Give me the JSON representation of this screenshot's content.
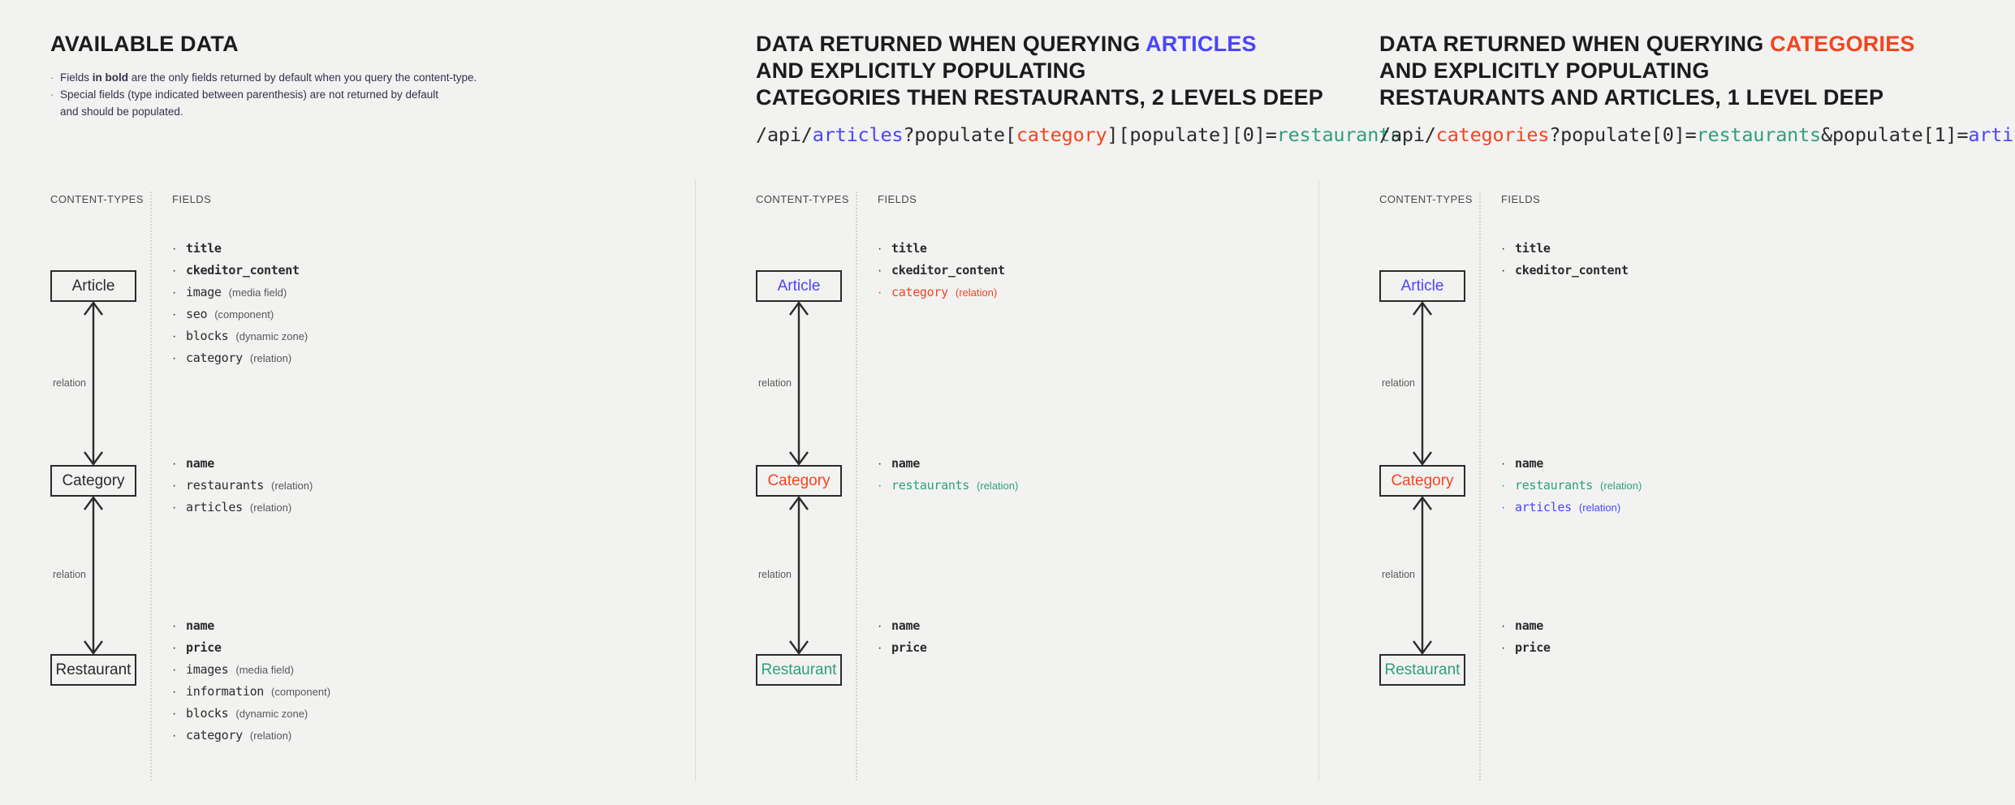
{
  "columns": [
    {
      "id": "available-data",
      "heading_lines": [
        [
          {
            "text": "AVAILABLE DATA",
            "color": "default"
          }
        ]
      ],
      "legend": [
        {
          "prefix": "Fields ",
          "bold": "in bold",
          "suffix": " are the only fields returned by default when you query the content-type."
        },
        {
          "prefix": "Special fields (type indicated between parenthesis) are not returned by default",
          "bold": "",
          "suffix": ""
        },
        {
          "prefix": "and should be populated.",
          "bold": "",
          "suffix": "",
          "indent": true
        }
      ],
      "api_path": null,
      "section_labels": {
        "content_types": "CONTENT-TYPES",
        "fields": "FIELDS"
      },
      "nodes": [
        {
          "label": "Article",
          "color": "default"
        },
        {
          "label": "Category",
          "color": "default"
        },
        {
          "label": "Restaurant",
          "color": "default"
        }
      ],
      "relations": [
        {
          "label": "relation",
          "arrows": "both"
        },
        {
          "label": "relation",
          "arrows": "both"
        }
      ],
      "field_groups": [
        [
          {
            "name": "title",
            "type": "",
            "bold": true,
            "color": "default"
          },
          {
            "name": "ckeditor_content",
            "type": "",
            "bold": true,
            "color": "default"
          },
          {
            "name": "image",
            "type": "(media field)",
            "bold": false,
            "color": "default"
          },
          {
            "name": "seo",
            "type": "(component)",
            "bold": false,
            "color": "default"
          },
          {
            "name": "blocks",
            "type": "(dynamic zone)",
            "bold": false,
            "color": "default"
          },
          {
            "name": "category",
            "type": "(relation)",
            "bold": false,
            "color": "default"
          }
        ],
        [
          {
            "name": "name",
            "type": "",
            "bold": true,
            "color": "default"
          },
          {
            "name": "restaurants",
            "type": "(relation)",
            "bold": false,
            "color": "default"
          },
          {
            "name": "articles",
            "type": "(relation)",
            "bold": false,
            "color": "default"
          }
        ],
        [
          {
            "name": "name",
            "type": "",
            "bold": true,
            "color": "default"
          },
          {
            "name": "price",
            "type": "",
            "bold": true,
            "color": "default"
          },
          {
            "name": "images",
            "type": "(media field)",
            "bold": false,
            "color": "default"
          },
          {
            "name": "information",
            "type": "(component)",
            "bold": false,
            "color": "default"
          },
          {
            "name": "blocks",
            "type": "(dynamic zone)",
            "bold": false,
            "color": "default"
          },
          {
            "name": "category",
            "type": "(relation)",
            "bold": false,
            "color": "default"
          }
        ]
      ]
    },
    {
      "id": "query-articles",
      "heading_lines": [
        [
          {
            "text": "DATA RETURNED WHEN QUERYING ",
            "color": "default"
          },
          {
            "text": "ARTICLES",
            "color": "blue"
          }
        ],
        [
          {
            "text": "AND EXPLICITLY POPULATING",
            "color": "default"
          }
        ],
        [
          {
            "text": "CATEGORIES THEN RESTAURANTS, 2 LEVELS DEEP",
            "color": "default"
          }
        ]
      ],
      "legend": [],
      "api_path": [
        {
          "text": "/api/",
          "color": "default"
        },
        {
          "text": "articles",
          "color": "blue"
        },
        {
          "text": "?populate[",
          "color": "default"
        },
        {
          "text": "category",
          "color": "red"
        },
        {
          "text": "][populate][0]=",
          "color": "default"
        },
        {
          "text": "restaurants",
          "color": "green"
        }
      ],
      "section_labels": {
        "content_types": "CONTENT-TYPES",
        "fields": "FIELDS"
      },
      "nodes": [
        {
          "label": "Article",
          "color": "blue"
        },
        {
          "label": "Category",
          "color": "red"
        },
        {
          "label": "Restaurant",
          "color": "green"
        }
      ],
      "relations": [
        {
          "label": "relation",
          "arrows": "both"
        },
        {
          "label": "relation",
          "arrows": "both"
        }
      ],
      "field_groups": [
        [
          {
            "name": "title",
            "type": "",
            "bold": true,
            "color": "default"
          },
          {
            "name": "ckeditor_content",
            "type": "",
            "bold": true,
            "color": "default"
          },
          {
            "name": "category",
            "type": "(relation)",
            "bold": false,
            "color": "red"
          }
        ],
        [
          {
            "name": "name",
            "type": "",
            "bold": true,
            "color": "default"
          },
          {
            "name": "restaurants",
            "type": "(relation)",
            "bold": false,
            "color": "green"
          }
        ],
        [
          {
            "name": "name",
            "type": "",
            "bold": true,
            "color": "default"
          },
          {
            "name": "price",
            "type": "",
            "bold": true,
            "color": "default"
          }
        ]
      ]
    },
    {
      "id": "query-categories",
      "heading_lines": [
        [
          {
            "text": "DATA RETURNED WHEN QUERYING ",
            "color": "default"
          },
          {
            "text": "CATEGORIES",
            "color": "red"
          }
        ],
        [
          {
            "text": "AND EXPLICITLY POPULATING",
            "color": "default"
          }
        ],
        [
          {
            "text": "RESTAURANTS AND ARTICLES, 1 LEVEL DEEP",
            "color": "default"
          }
        ]
      ],
      "legend": [],
      "api_path": [
        {
          "text": "/api/",
          "color": "default"
        },
        {
          "text": "categories",
          "color": "red"
        },
        {
          "text": "?populate[0]=",
          "color": "default"
        },
        {
          "text": "restaurants",
          "color": "green"
        },
        {
          "text": "&populate[1]=",
          "color": "default"
        },
        {
          "text": "articles",
          "color": "blue"
        }
      ],
      "section_labels": {
        "content_types": "CONTENT-TYPES",
        "fields": "FIELDS"
      },
      "nodes": [
        {
          "label": "Article",
          "color": "blue"
        },
        {
          "label": "Category",
          "color": "red"
        },
        {
          "label": "Restaurant",
          "color": "green"
        }
      ],
      "relations": [
        {
          "label": "relation",
          "arrows": "both"
        },
        {
          "label": "relation",
          "arrows": "both"
        }
      ],
      "field_groups": [
        [
          {
            "name": "title",
            "type": "",
            "bold": true,
            "color": "default"
          },
          {
            "name": "ckeditor_content",
            "type": "",
            "bold": true,
            "color": "default"
          }
        ],
        [
          {
            "name": "name",
            "type": "",
            "bold": true,
            "color": "default"
          },
          {
            "name": "restaurants",
            "type": "(relation)",
            "bold": false,
            "color": "green"
          },
          {
            "name": "articles",
            "type": "(relation)",
            "bold": false,
            "color": "blue"
          }
        ],
        [
          {
            "name": "name",
            "type": "",
            "bold": true,
            "color": "default"
          },
          {
            "name": "price",
            "type": "",
            "bold": true,
            "color": "default"
          }
        ]
      ]
    }
  ],
  "palette": {
    "background": "#f2f2f1",
    "ink": "#2b2b2b",
    "blue": "#4945ff",
    "red": "#f4441e",
    "green": "#2f9e7e",
    "muted": "#57575a",
    "divider": "#d3d3d1"
  }
}
